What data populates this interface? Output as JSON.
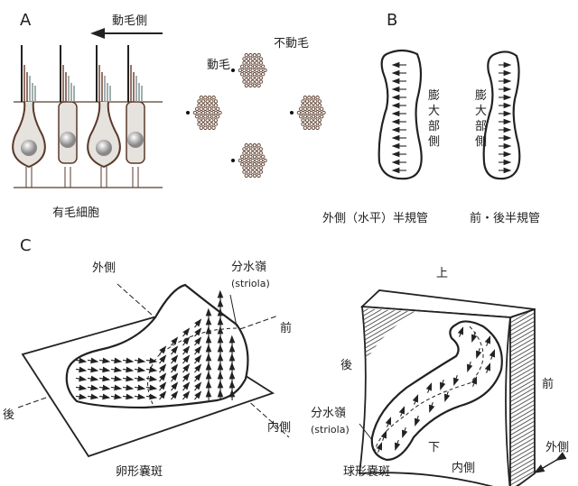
{
  "panel_a": {
    "letter": "A",
    "kinocilium_side": "動毛側",
    "stereocilia": "不動毛",
    "kinocilium": "動毛",
    "caption": "有毛細胞"
  },
  "panel_b": {
    "letter": "B",
    "ampulla_side": [
      "膨",
      "大",
      "部",
      "側"
    ],
    "caption_lateral": "外側（水平）半規管",
    "caption_anterior_posterior": "前・後半規管"
  },
  "panel_c": {
    "letter": "C",
    "utricle": {
      "lateral": "外側",
      "striola": "分水嶺",
      "striola_en": "(striola)",
      "anterior": "前",
      "posterior": "後",
      "medial": "内側",
      "caption": "卵形嚢斑"
    },
    "saccule": {
      "superior": "上",
      "posterior": "後",
      "anterior": "前",
      "striola": "分水嶺",
      "striola_en": "(striola)",
      "lateral": "外側",
      "inferior": "下",
      "medial": "内側",
      "caption": "球形嚢斑"
    }
  },
  "colors": {
    "ink": "#222222",
    "cell": "#e6e2de",
    "cell_outline": "#5a3a2a",
    "hair_brown": "#7a5040",
    "hair_grey": "#8a9a9a"
  }
}
